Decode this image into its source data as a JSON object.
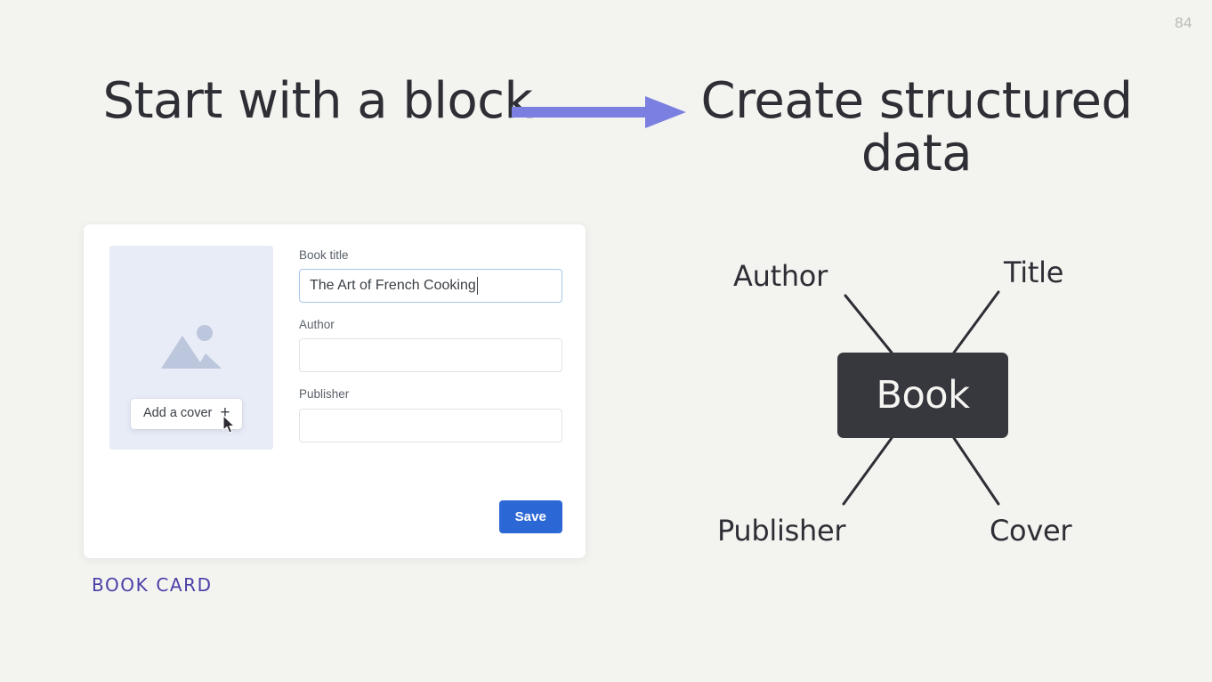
{
  "slide": {
    "page_number": "84",
    "background_color": "#f3f4f0",
    "accent_arrow_color": "#7b7fe0",
    "caption_color": "#4b3fa8"
  },
  "headings": {
    "left": "Start with a block",
    "right": "Create structured data"
  },
  "arrow": {
    "name": "right-arrow",
    "color": "#7b7fe0"
  },
  "book_card": {
    "caption": "BOOK CARD",
    "cover": {
      "placeholder_icon": "image-placeholder-icon",
      "add_cover_label": "Add a cover",
      "add_cover_plus": "+"
    },
    "fields": [
      {
        "label": "Book title",
        "value": "The Art of French Cooking",
        "placeholder": "",
        "focused": true
      },
      {
        "label": "Author",
        "value": "",
        "placeholder": "",
        "focused": false
      },
      {
        "label": "Publisher",
        "value": "",
        "placeholder": "",
        "focused": false
      }
    ],
    "save_label": "Save",
    "save_color": "#2c68d5"
  },
  "diagram": {
    "center_node": "Book",
    "center_node_color": "#37373e",
    "labels": {
      "top_left": "Author",
      "top_right": "Title",
      "bottom_left": "Publisher",
      "bottom_right": "Cover"
    }
  }
}
